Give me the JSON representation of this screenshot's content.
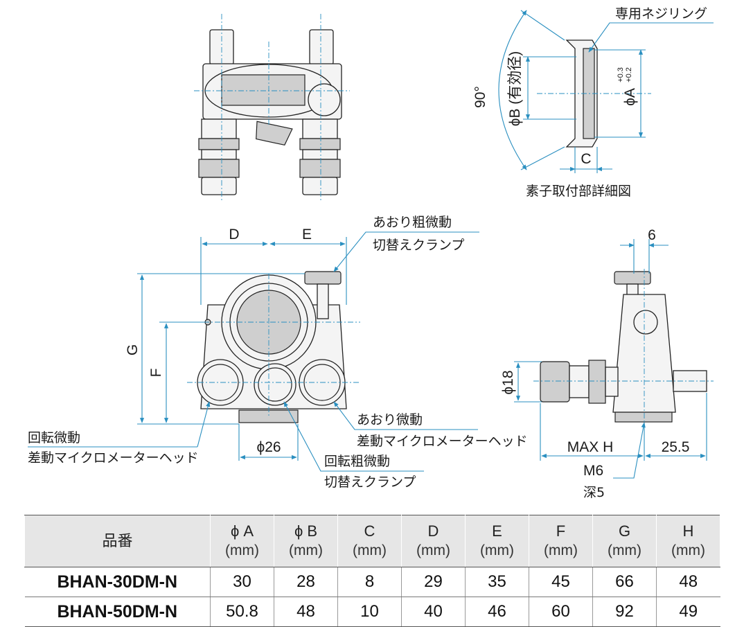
{
  "detail_view": {
    "title": "素子取付部詳細図",
    "ring_label": "専用ネジリング",
    "angle_label": "90°",
    "dim_b_label": "ϕB (有効径)",
    "dim_a_label": "ϕA",
    "dim_a_tol_upper": "+0.3",
    "dim_a_tol_lower": "+0.2",
    "dim_c_label": "C"
  },
  "front_view": {
    "dim_d": "D",
    "dim_e": "E",
    "dim_f": "F",
    "dim_g": "G",
    "dim_phi26": "ϕ26",
    "callout_tilt_coarse_1": "あおり粗微動",
    "callout_tilt_coarse_2": "切替えクランプ",
    "callout_tilt_fine_1": "あおり微動",
    "callout_tilt_fine_2": "差動マイクロメーターヘッド",
    "callout_rot_fine_1": "回転微動",
    "callout_rot_fine_2": "差動マイクロメーターヘッド",
    "callout_rot_coarse_1": "回転粗微動",
    "callout_rot_coarse_2": "切替えクランプ"
  },
  "side_view": {
    "dim_6": "6",
    "dim_phi18": "ϕ18",
    "dim_max_h": "MAX H",
    "dim_25_5": "25.5",
    "dim_m6": "M6",
    "dim_depth": "深5"
  },
  "spec_table": {
    "headers": [
      {
        "name": "品番",
        "unit": ""
      },
      {
        "name": "ϕ A",
        "unit": "(mm)"
      },
      {
        "name": "ϕ B",
        "unit": "(mm)"
      },
      {
        "name": "C",
        "unit": "(mm)"
      },
      {
        "name": "D",
        "unit": "(mm)"
      },
      {
        "name": "E",
        "unit": "(mm)"
      },
      {
        "name": "F",
        "unit": "(mm)"
      },
      {
        "name": "G",
        "unit": "(mm)"
      },
      {
        "name": "H",
        "unit": "(mm)"
      }
    ],
    "rows": [
      [
        "BHAN-30DM-N",
        "30",
        "28",
        "8",
        "29",
        "35",
        "45",
        "66",
        "48"
      ],
      [
        "BHAN-50DM-N",
        "50.8",
        "48",
        "10",
        "40",
        "46",
        "60",
        "92",
        "49"
      ]
    ]
  }
}
